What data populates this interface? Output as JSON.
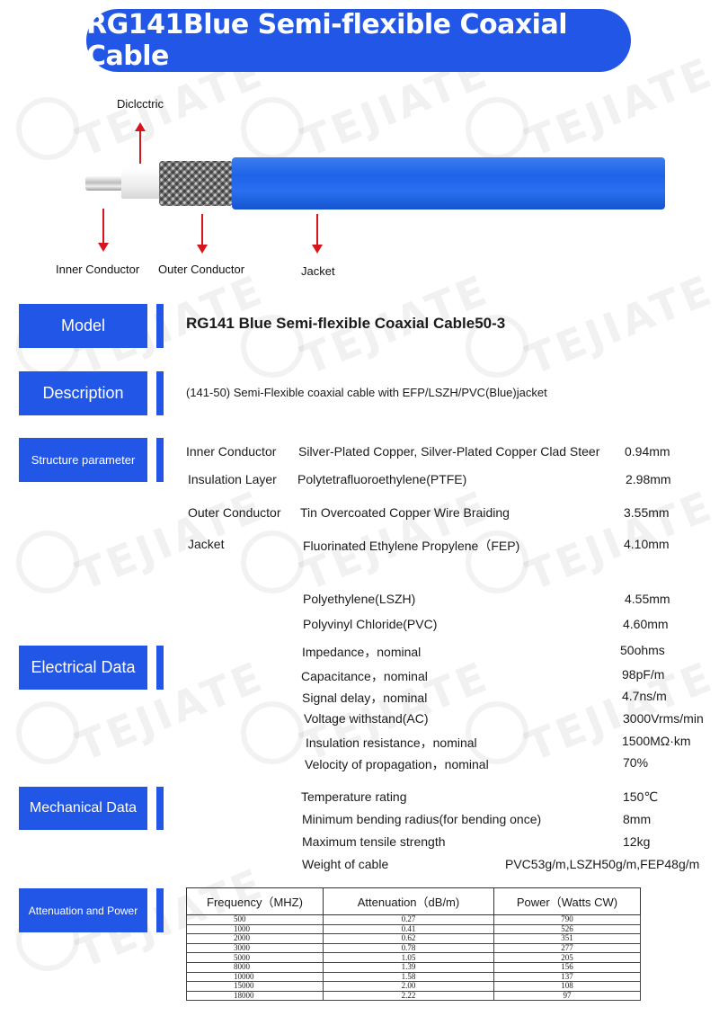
{
  "title": "RG141Blue Semi-flexible Coaxial Cable",
  "watermark": "TEJIATE",
  "colors": {
    "accent": "#2156e6",
    "arrow": "#d8141c",
    "jacket": "#1e63e8"
  },
  "diagram": {
    "dielectric_label": "Diclcctric",
    "inner_conductor_label": "Inner Conductor",
    "outer_conductor_label": "Outer Conductor",
    "jacket_label": "Jacket"
  },
  "model": {
    "label": "Model",
    "value": "RG141 Blue Semi-flexible Coaxial Cable50-3"
  },
  "description": {
    "label": "Description",
    "value": "(141-50)  Semi-Flexible coaxial cable with EFP/LSZH/PVC(Blue)jacket"
  },
  "structure": {
    "label": "Structure parameter",
    "rows": [
      {
        "name": "Inner Conductor",
        "material": "Silver-Plated Copper, Silver-Plated Copper Clad Steer",
        "value": "0.94mm"
      },
      {
        "name": "Insulation Layer",
        "material": "Polytetrafluoroethylene(PTFE)",
        "value": "2.98mm"
      },
      {
        "name": "Outer Conductor",
        "material": "Tin Overcoated Copper Wire Braiding",
        "value": "3.55mm"
      },
      {
        "name": "Jacket",
        "material": "Fluorinated Ethylene Propylene（FEP)",
        "value": "4.10mm"
      }
    ],
    "extra_rows": [
      {
        "material": "Polyethylene(LSZH)",
        "value": "4.55mm"
      },
      {
        "material": "Polyvinyl Chloride(PVC)",
        "value": "4.60mm"
      }
    ]
  },
  "electrical": {
    "label": "Electrical Data",
    "rows": [
      {
        "name": "Impedance，nominal",
        "value": "50ohms"
      },
      {
        "name": "Capacitance，nominal",
        "value": "98pF/m"
      },
      {
        "name": "Signal delay，nominal",
        "value": "4.7ns/m"
      },
      {
        "name": "Voltage withstand(AC)",
        "value": "3000Vrms/min"
      },
      {
        "name": "Insulation resistance，nominal",
        "value": "1500MΩ·km"
      },
      {
        "name": "Velocity of propagation，nominal",
        "value": "70%"
      }
    ]
  },
  "mechanical": {
    "label": "Mechanical Data",
    "rows": [
      {
        "name": "Temperature rating",
        "value": "150℃"
      },
      {
        "name": "Minimum bending radius(for bending once)",
        "value": "8mm"
      },
      {
        "name": "Maximum tensile strength",
        "value": "12kg"
      },
      {
        "name": "Weight of cable",
        "value": "PVC53g/m,LSZH50g/m,FEP48g/m"
      }
    ]
  },
  "attenuation": {
    "label": "Attenuation and Power",
    "headers": [
      "Frequency（MHZ)",
      "Attenuation（dB/m)",
      "Power（Watts CW)"
    ],
    "rows": [
      [
        "500",
        "0.27",
        "790"
      ],
      [
        "1000",
        "0.41",
        "526"
      ],
      [
        "2000",
        "0.62",
        "351"
      ],
      [
        "3000",
        "0.78",
        "277"
      ],
      [
        "5000",
        "1.05",
        "205"
      ],
      [
        "8000",
        "1.39",
        "156"
      ],
      [
        "10000",
        "1.58",
        "137"
      ],
      [
        "15000",
        "2.00",
        "108"
      ],
      [
        "18000",
        "2.22",
        "97"
      ]
    ]
  }
}
